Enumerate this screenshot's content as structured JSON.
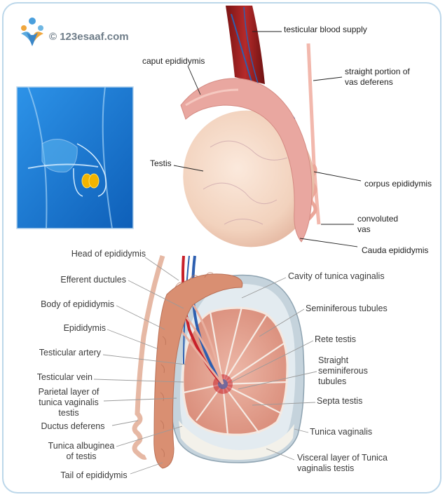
{
  "watermark": {
    "text": "© 123esaaf.com",
    "logo_icon": "people-logo-icon"
  },
  "top_figure": {
    "labels": {
      "testicular_blood_supply": "testicular blood supply",
      "caput_epididymis": "caput epididymis",
      "straight_vas_line1": "straight portion of",
      "straight_vas_line2": "vas deferens",
      "testis": "Testis",
      "corpus_epididymis": "corpus epididymis",
      "convoluted_vas_line1": "convoluted",
      "convoluted_vas_line2": "vas",
      "cauda_epididymis": "Cauda epididymis"
    }
  },
  "inset": {
    "background_color": "#1e7fd6",
    "highlight_color": "#f2b400"
  },
  "bottom_figure": {
    "left_labels": {
      "head_of_epididymis": "Head of epididymis",
      "efferent_ductules": "Efferent ductules",
      "body_of_epididymis": "Body of epididymis",
      "epididymis": "Epididymis",
      "testicular_artery": "Testicular artery",
      "testicular_vein": "Testicular vein",
      "parietal_line1": "Parietal layer of",
      "parietal_line2": "tunica vaginalis",
      "parietal_line3": "testis",
      "ductus_deferens": "Ductus deferens",
      "albuginea_line1": "Tunica albuginea",
      "albuginea_line2": "of testis",
      "tail_of_epididymis": "Tail of epididymis"
    },
    "right_labels": {
      "cavity_tunica_vaginalis": "Cavity of tunica vaginalis",
      "seminiferous_tubules": "Seminiferous tubules",
      "rete_testis": "Rete testis",
      "straight_line1": "Straight",
      "straight_line2": "seminiferous",
      "straight_line3": "tubules",
      "septa_testis": "Septa testis",
      "tunica_vaginalis": "Tunica vaginalis",
      "visceral_line1": "Visceral layer of Tunica",
      "visceral_line2": "vaginalis testis"
    }
  },
  "colors": {
    "frame": "#bcd7ea",
    "testis_skin": "#f6dcc8",
    "epididymis_pink": "#e9a7a0",
    "tubules": "#e3a493",
    "artery_red": "#c8202a",
    "vein_blue": "#2d5fb0"
  }
}
